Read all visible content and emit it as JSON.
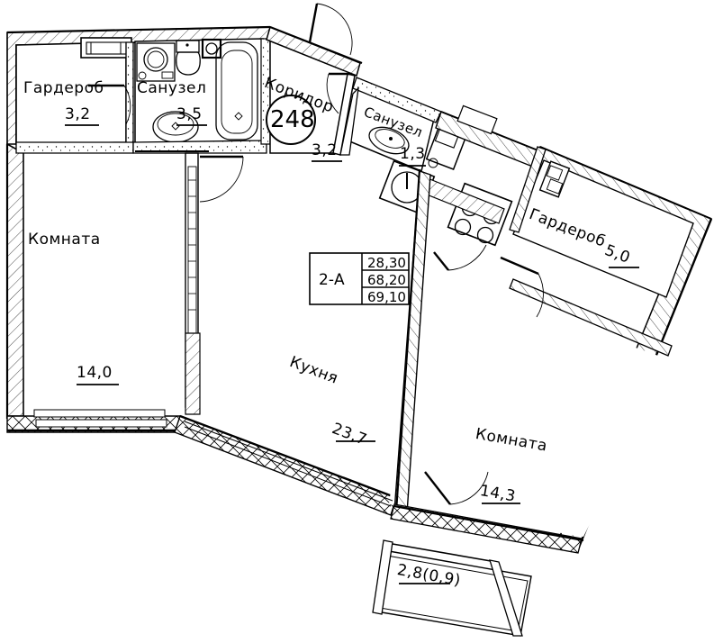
{
  "document": {
    "type": "floor-plan",
    "apartment_number": "248",
    "apartment_type": "2-А",
    "areas": {
      "living_area": "28,30",
      "area_without_balcony": "68,20",
      "total_area": "69,10"
    }
  },
  "rooms": [
    {
      "id": "wardrobe-left",
      "name": "Гардероб",
      "area": "3,2"
    },
    {
      "id": "bathroom-main",
      "name": "Санузел",
      "area": "3,5"
    },
    {
      "id": "corridor",
      "name": "Коридор",
      "area": "3,2"
    },
    {
      "id": "bathroom-small",
      "name": "Санузел",
      "area": "1,3"
    },
    {
      "id": "wardrobe-right",
      "name": "Гардероб",
      "area": "5,0"
    },
    {
      "id": "room-left",
      "name": "Комната",
      "area": "14,0"
    },
    {
      "id": "kitchen",
      "name": "Кухня",
      "area": "23,7"
    },
    {
      "id": "room-right",
      "name": "Комната",
      "area": "14,3"
    },
    {
      "id": "balcony",
      "name": "",
      "area": "2,8(0,9)"
    }
  ],
  "colors": {
    "line": "#000000",
    "background": "#ffffff"
  }
}
